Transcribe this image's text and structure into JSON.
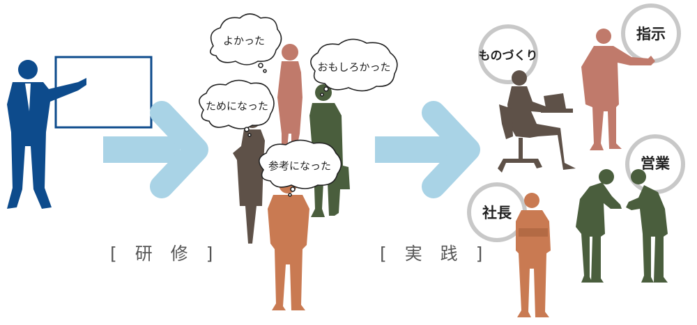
{
  "stages": {
    "training_label": "[ 研 修 ]",
    "practice_label": "[ 実 践 ]"
  },
  "speech_bubbles": [
    "よかった",
    "おもしろかった",
    "ためになった",
    "参考になった"
  ],
  "roles": [
    "ものづくり",
    "指示",
    "営業",
    "社長"
  ],
  "colors": {
    "instructor": "#0d4b8c",
    "arrow": "#a9d3e6",
    "brown": "#5e5148",
    "rose": "#c07a6b",
    "green": "#4a5e3d",
    "orange": "#c97a52",
    "circle": "#c8c8c8"
  }
}
